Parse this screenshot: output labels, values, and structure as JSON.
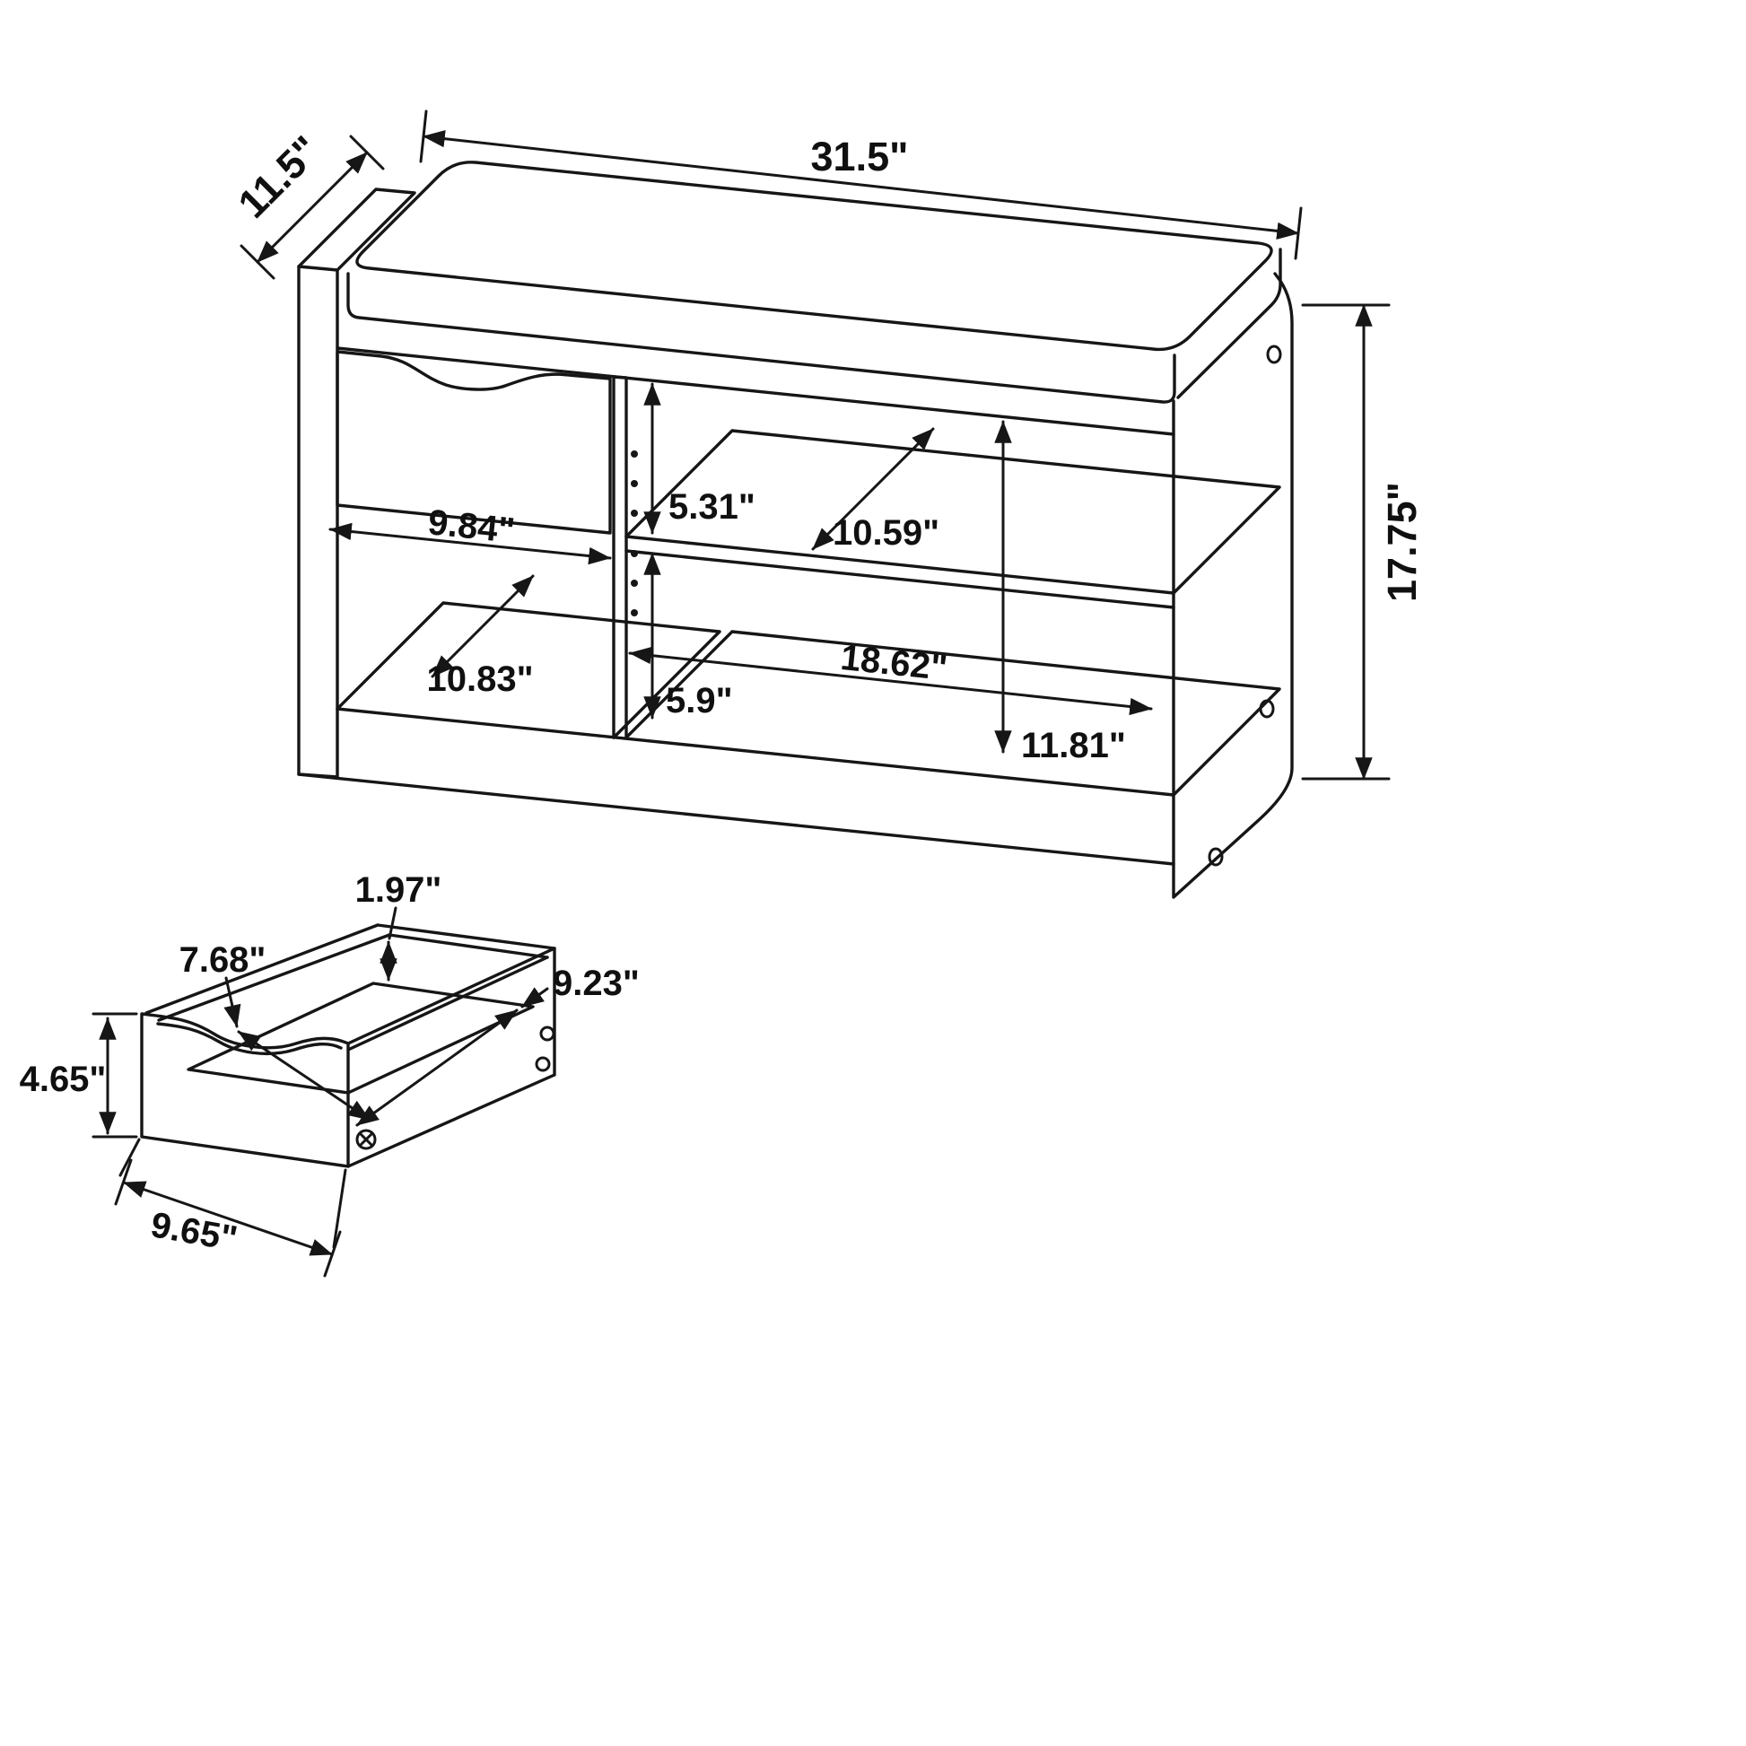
{
  "bench": {
    "width": "31.5\"",
    "depth": "11.5\"",
    "height": "17.75\"",
    "left_opening_width": "9.84\"",
    "upper_opening_height": "5.31\"",
    "shelf_depth": "10.59\"",
    "left_floor_depth": "10.83\"",
    "lower_opening_height": "5.9\"",
    "right_opening_width": "18.62\"",
    "right_interior_height": "11.81\""
  },
  "drawer": {
    "back_height": "1.97\"",
    "interior_width": "7.68\"",
    "interior_depth": "9.23\"",
    "front_height": "4.65\"",
    "depth": "9.65\""
  }
}
